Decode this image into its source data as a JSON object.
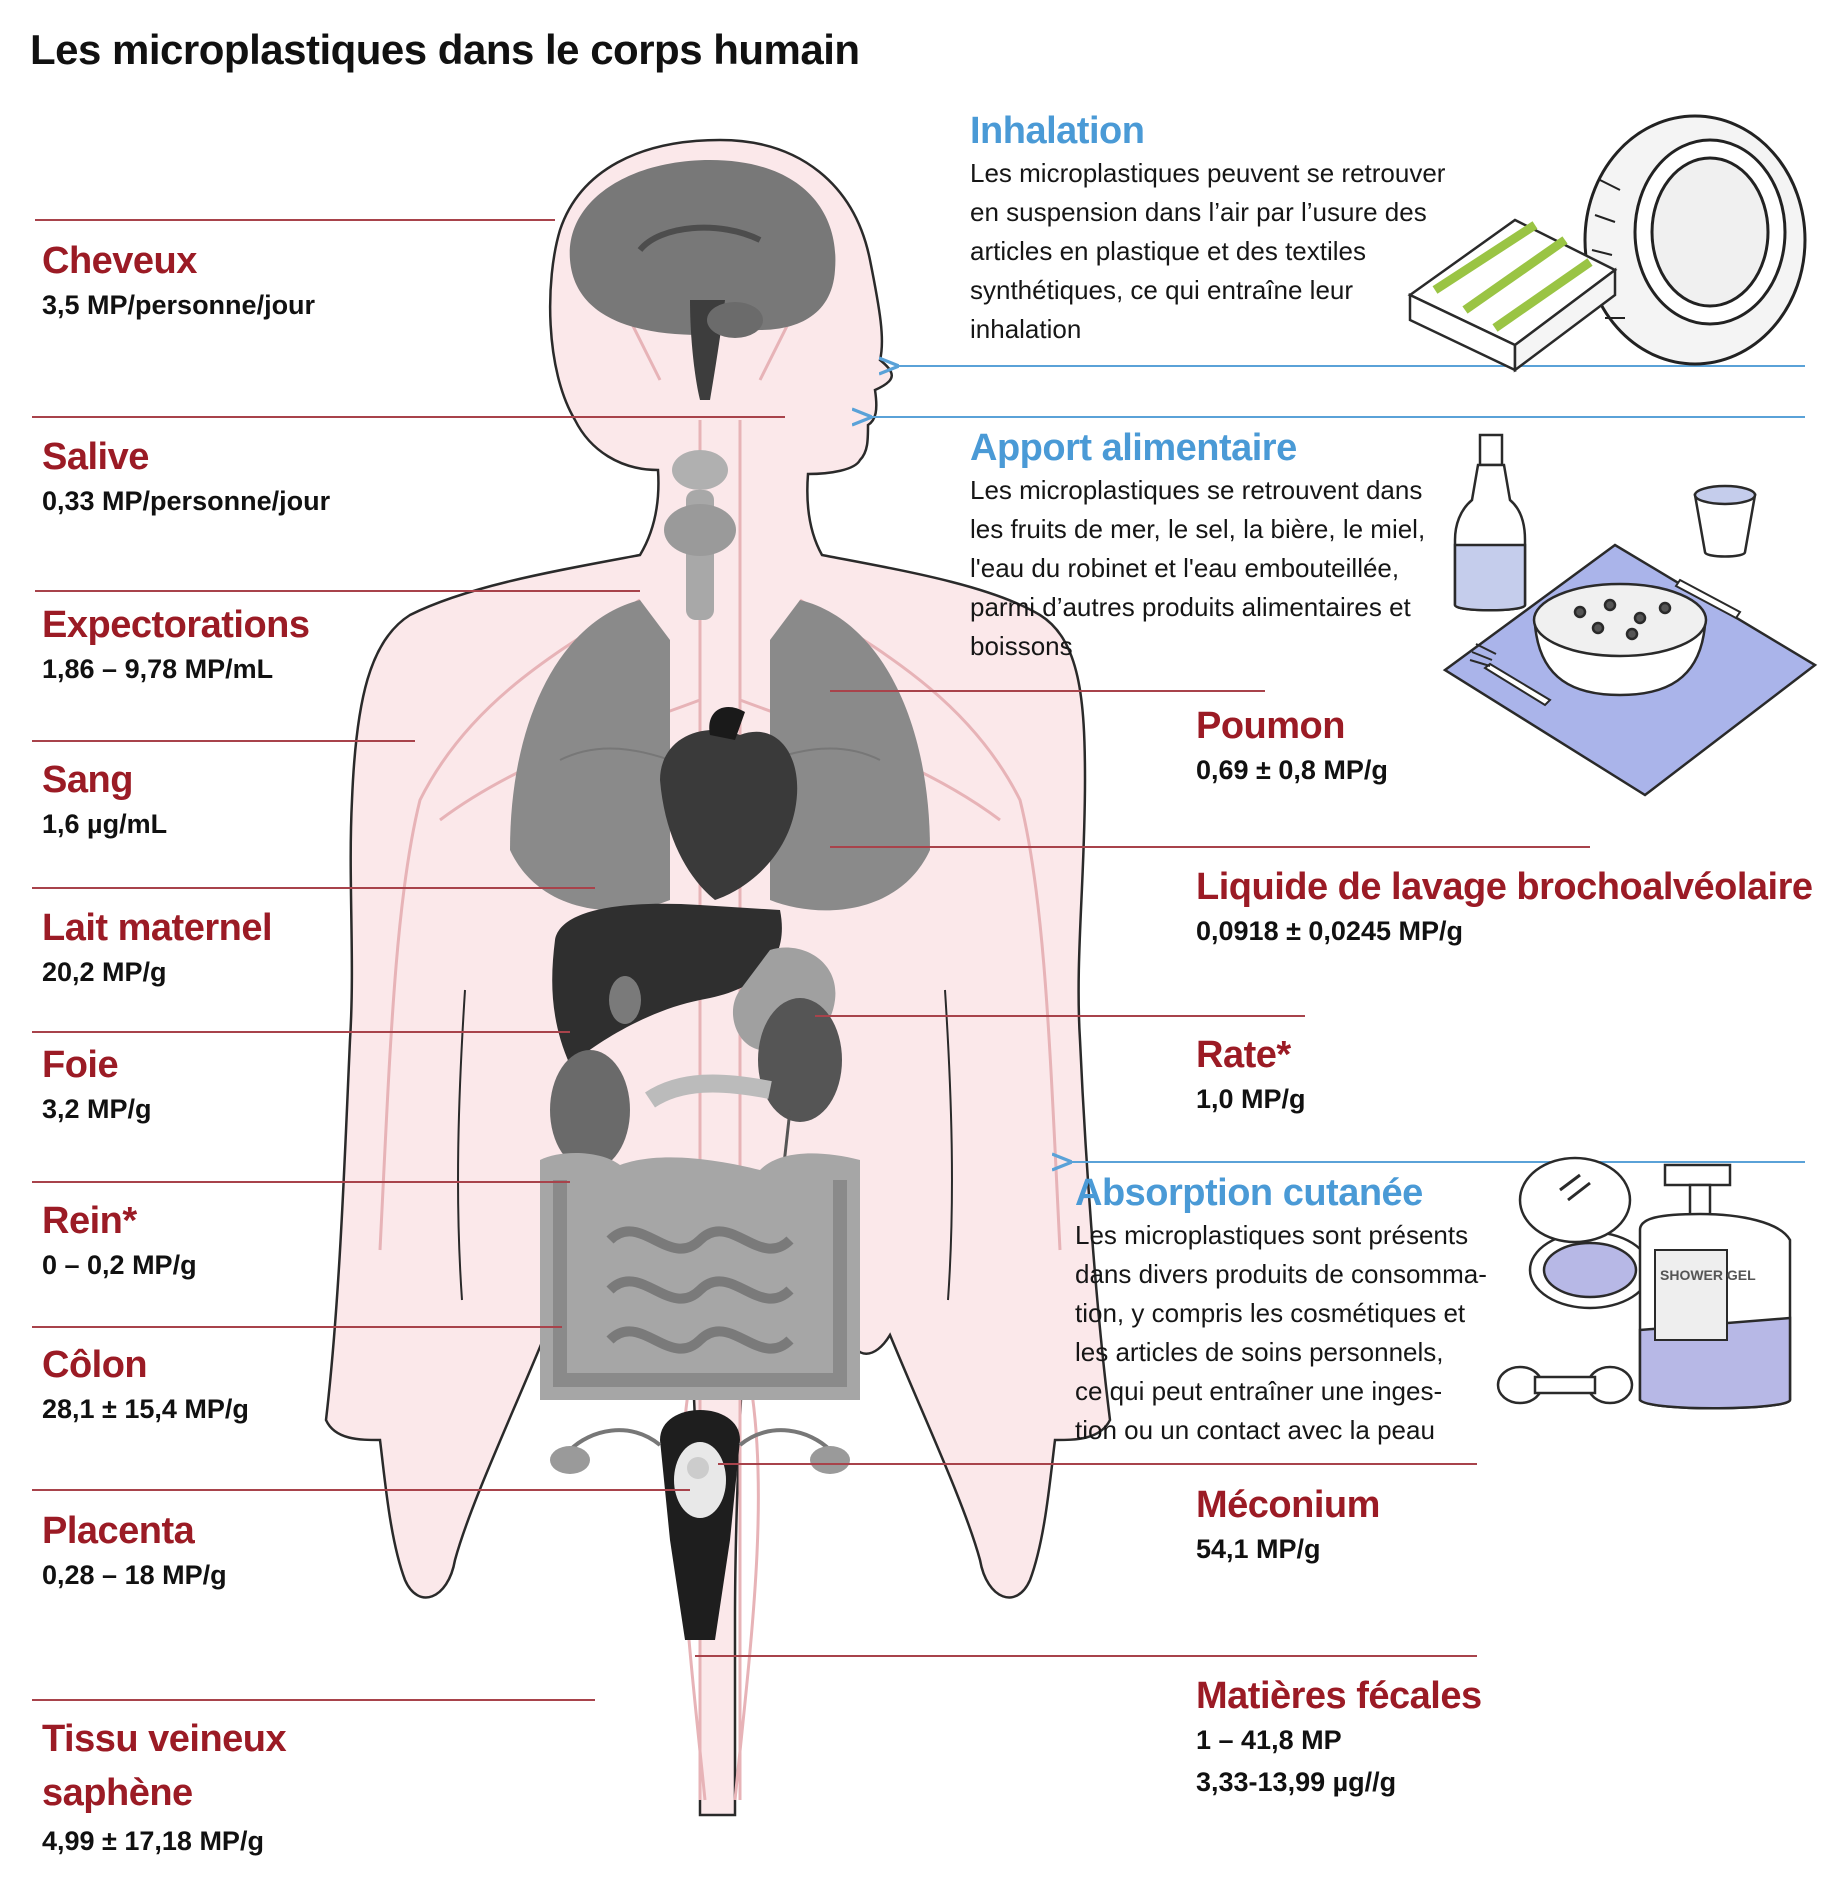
{
  "title": "Les microplastiques dans le corps humain",
  "colors": {
    "organ_label": "#9b1b25",
    "route_label": "#4a9ad6",
    "leader_line": "#a8434b",
    "arrow": "#5aa2d8"
  },
  "organs_left": [
    {
      "name": "Cheveux",
      "value": "3,5 MP/personne/jour"
    },
    {
      "name": "Salive",
      "value": "0,33 MP/personne/jour"
    },
    {
      "name": "Expectorations",
      "value": "1,86 – 9,78 MP/mL"
    },
    {
      "name": "Sang",
      "value": "1,6 µg/mL"
    },
    {
      "name": "Lait maternel",
      "value": "20,2 MP/g"
    },
    {
      "name": "Foie",
      "value": "3,2 MP/g"
    },
    {
      "name": "Rein*",
      "value": "0 – 0,2 MP/g"
    },
    {
      "name": "Côlon",
      "value": "28,1 ± 15,4 MP/g"
    },
    {
      "name": "Placenta",
      "value": "0,28 – 18 MP/g"
    },
    {
      "name": "Tissu veineux saphène",
      "value": "4,99 ± 17,18 MP/g"
    }
  ],
  "organs_right": [
    {
      "name": "Poumon",
      "value": "0,69 ± 0,8 MP/g"
    },
    {
      "name": "Liquide de lavage brochoalvéolaire",
      "value": "0,0918 ± 0,0245 MP/g"
    },
    {
      "name": "Rate*",
      "value": "1,0 MP/g"
    },
    {
      "name": "Méconium",
      "value": "54,1 MP/g"
    },
    {
      "name": "Matières fécales",
      "value": "1 – 41,8 MP",
      "value2": "3,33-13,99 µg//g"
    }
  ],
  "routes": [
    {
      "title": "Inhalation",
      "description": "Les microplastiques peuvent se retrouver\nen suspension dans l’air par l’usure des\narticles en plastique et des textiles\nsynthétiques, ce qui entraîne leur\ninhalation"
    },
    {
      "title": "Apport alimentaire",
      "description": "Les microplastiques se retrouvent dans\nles fruits de mer, le sel, la bière, le miel,\nl'eau du robinet et l'eau embouteillée,\n    parmi d’autres produits alimentaires et\n      boissons"
    },
    {
      "title": "Absorption cutanée",
      "description": "Les microplastiques sont présents\ndans divers produits de consomma-\ntion, y compris les cosmétiques et\nles articles de soins personnels,\nce qui peut entraîner une inges-\ntion ou un contact avec la peau"
    }
  ],
  "illustrations": {
    "inhalation": [
      "tire-icon",
      "folded-textile-icon"
    ],
    "food": [
      "bottle-icon",
      "glass-icon",
      "bowl-icon",
      "placemat-icon",
      "fork-icon",
      "knife-icon"
    ],
    "skin": [
      "compact-icon",
      "shower-gel-bottle-icon",
      "applicator-icon"
    ]
  },
  "product_labels": {
    "shower_gel": "SHOWER GEL"
  }
}
